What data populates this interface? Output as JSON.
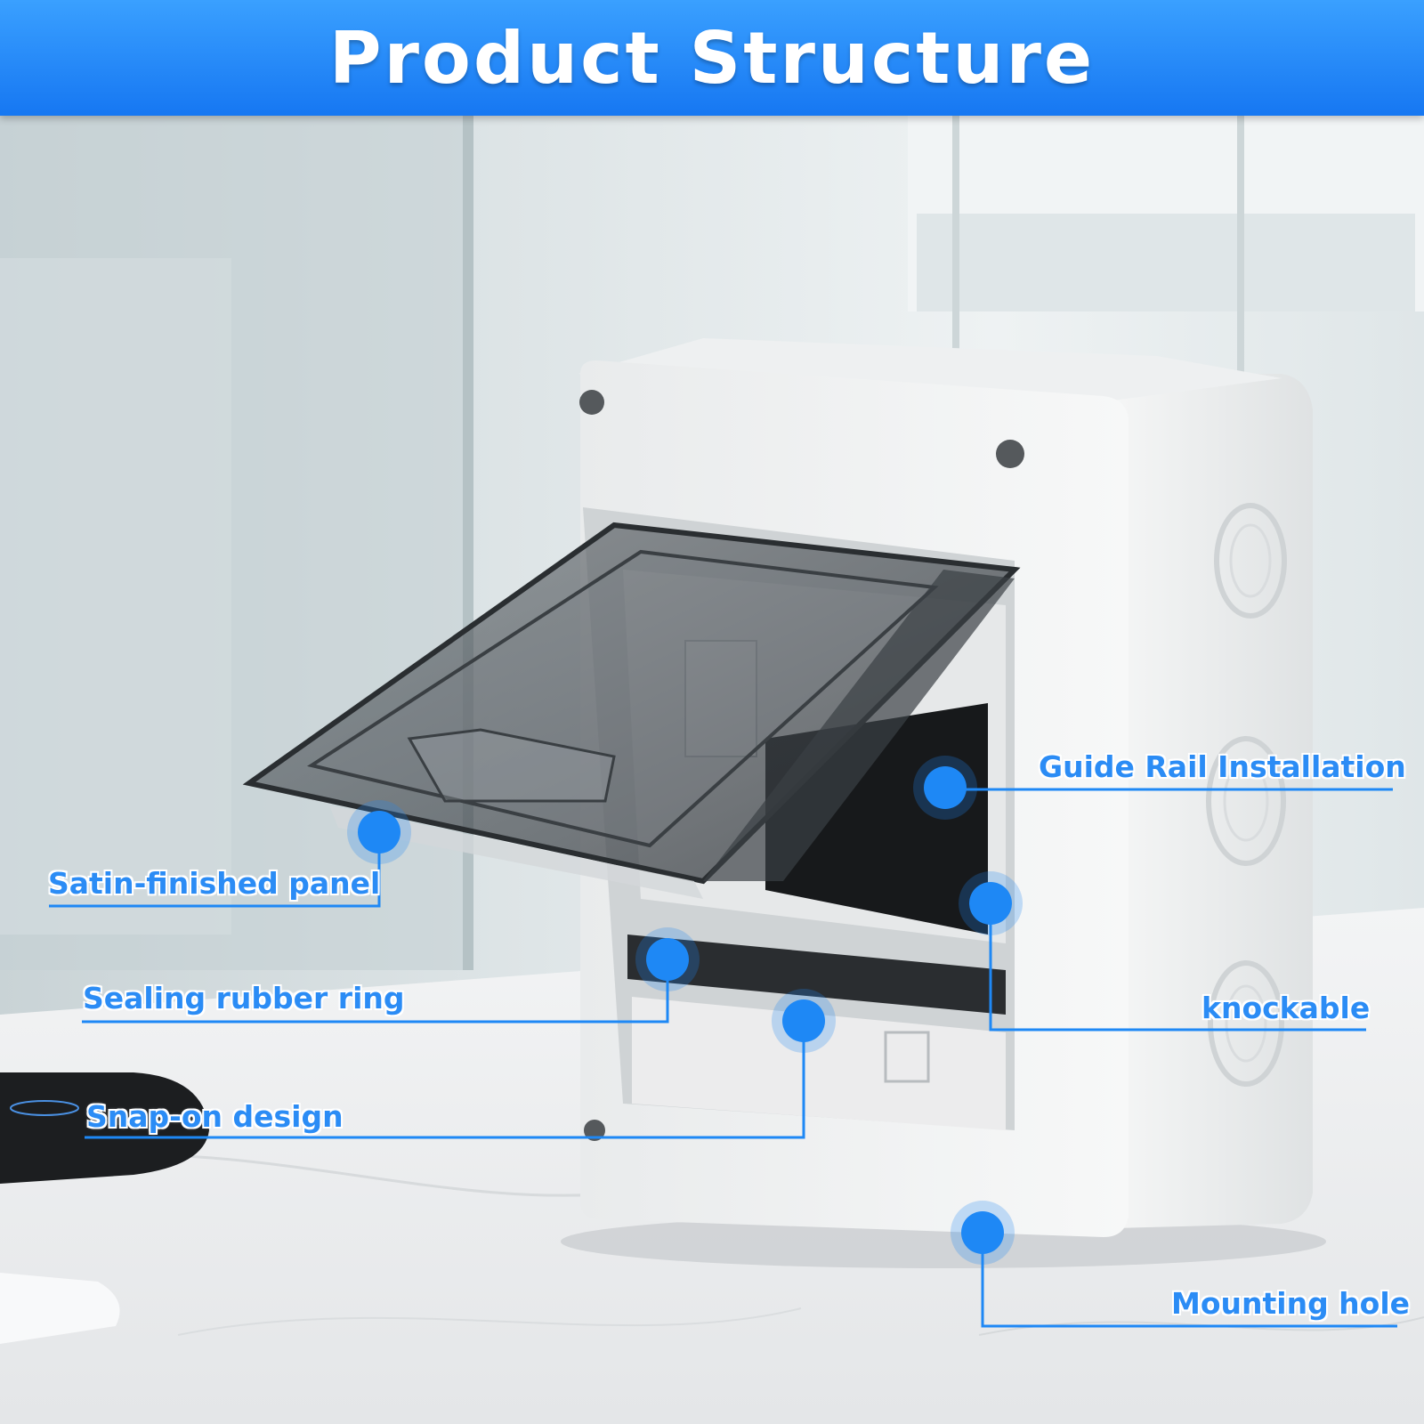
{
  "header": {
    "title": "Product Structure"
  },
  "colors": {
    "accent": "#1e88f5",
    "banner_top": "#3aa0ff",
    "banner_bottom": "#1677f2"
  },
  "callouts": [
    {
      "id": "guide-rail",
      "label": "Guide Rail Installation"
    },
    {
      "id": "satin-panel",
      "label": "Satin-finished panel"
    },
    {
      "id": "sealing-ring",
      "label": "Sealing rubber ring"
    },
    {
      "id": "knockable",
      "label": "knockable"
    },
    {
      "id": "snap-on",
      "label": "Snap-on design"
    },
    {
      "id": "mounting-hole",
      "label": "Mounting hole"
    }
  ]
}
